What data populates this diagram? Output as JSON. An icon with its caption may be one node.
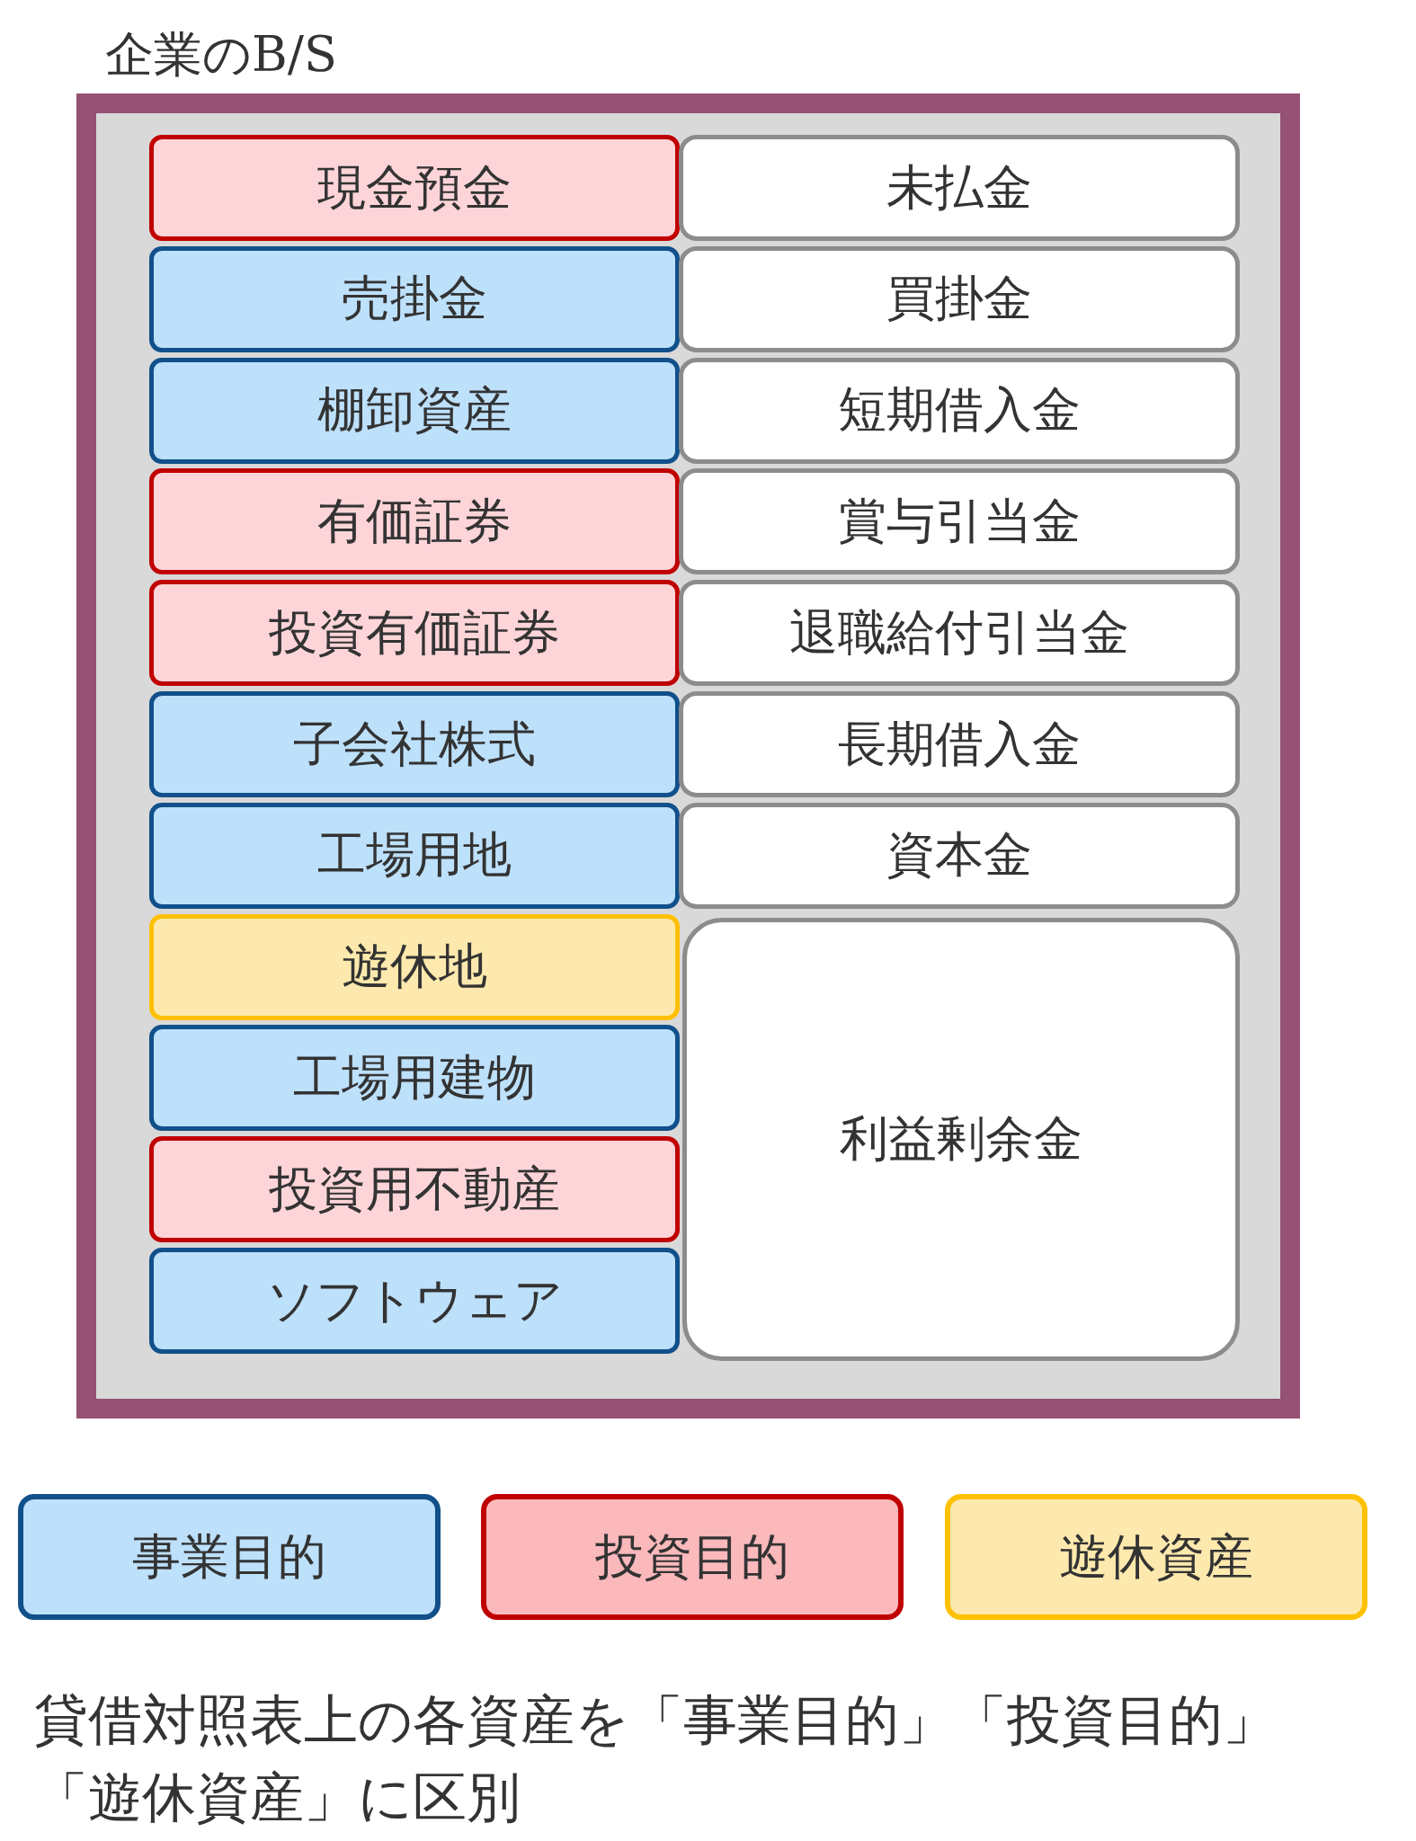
{
  "diagram": {
    "caption": "貸借対照表上の各資産を「事業目的」「投資目的」「遊休資産」に区別",
    "nodes": [
      {
        "text": [
          "企業のB/S"
        ]
      },
      {
        "text": [
          "現金預金"
        ],
        "in": 0
      },
      {
        "text": [
          "売掛金"
        ],
        "in": 0
      },
      {
        "text": [
          "棚卸資産"
        ],
        "in": 0
      },
      {
        "text": [
          "有価証券"
        ],
        "in": 0
      },
      {
        "text": [
          "投資有価証券"
        ],
        "in": 0
      },
      {
        "text": [
          "子会社株式"
        ],
        "in": 0
      },
      {
        "text": [
          "工場用地"
        ],
        "in": 0
      },
      {
        "text": [
          "遊休地"
        ],
        "in": 0
      },
      {
        "text": [
          "工場用建物"
        ],
        "in": 0
      },
      {
        "text": [
          "投資用不動産"
        ],
        "in": 0
      },
      {
        "text": [
          "ソフトウェア"
        ],
        "in": 0
      },
      {
        "text": [
          "未払金"
        ],
        "in": 0
      },
      {
        "text": [
          "買掛金"
        ],
        "in": 0
      },
      {
        "text": [
          "短期借入金"
        ],
        "in": 0
      },
      {
        "text": [
          "賞与引当金"
        ],
        "in": 0
      },
      {
        "text": [
          "退職給付引当金"
        ],
        "in": 0
      },
      {
        "text": [
          "長期借入金"
        ],
        "in": 0
      },
      {
        "text": [
          "資本金"
        ],
        "in": 0
      },
      {
        "text": [
          "利益剰余金"
        ],
        "in": 0
      }
    ],
    "edges": [],
    "legend": [
      {
        "text": "事業目的",
        "color": "#bde0fb"
      },
      {
        "text": "投資目的",
        "color": "#fbb9bc"
      },
      {
        "text": "遊休資産",
        "color": "#fde9ad"
      }
    ]
  }
}
